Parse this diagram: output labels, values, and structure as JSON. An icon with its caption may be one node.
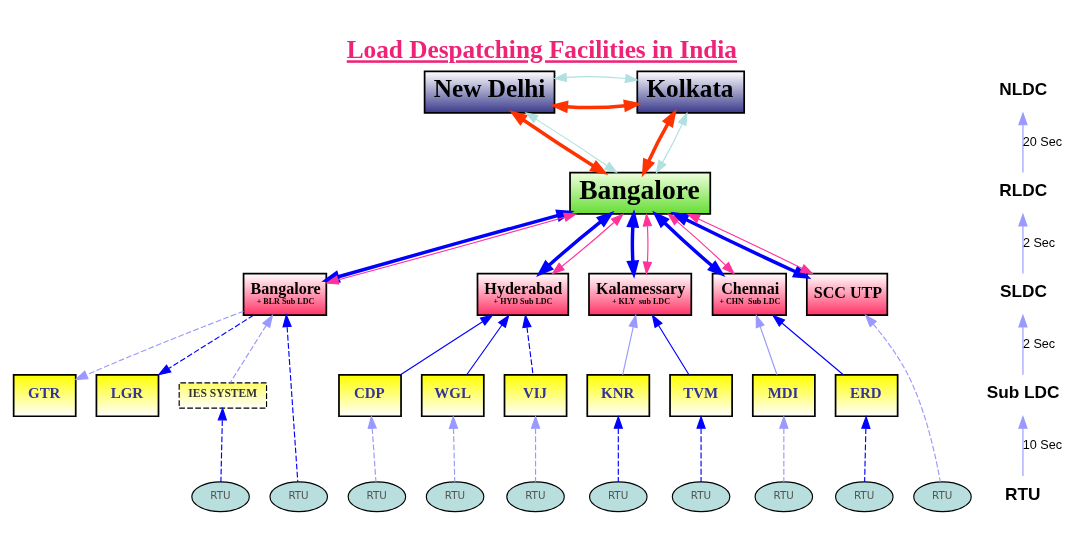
{
  "diagram": {
    "title": "Load Despatching Facilities in India",
    "nodes": [
      {
        "text": [
          "New Delhi"
        ]
      },
      {
        "text": [
          "Kolkata"
        ]
      },
      {
        "text": [
          "Bangalore"
        ]
      },
      {
        "text": [
          "Bangalore",
          "+ BLR Sub LDC"
        ]
      },
      {
        "text": [
          "Hyderabad",
          "+ HYD Sub LDC"
        ]
      },
      {
        "text": [
          "Kalamessary",
          "+ KLY  sub LDC"
        ]
      },
      {
        "text": [
          "Chennai",
          "+ CHN  Sub LDC"
        ]
      },
      {
        "text": [
          "SCC UTP"
        ]
      },
      {
        "text": [
          "GTR"
        ]
      },
      {
        "text": [
          "LGR"
        ]
      },
      {
        "text": [
          "IES SYSTEM"
        ]
      },
      {
        "text": [
          "CDP"
        ]
      },
      {
        "text": [
          "WGL"
        ]
      },
      {
        "text": [
          "VIJ"
        ]
      },
      {
        "text": [
          "KNR"
        ]
      },
      {
        "text": [
          "TVM"
        ]
      },
      {
        "text": [
          "MDI"
        ]
      },
      {
        "text": [
          "ERD"
        ]
      },
      {
        "text": [
          "RTU"
        ]
      },
      {
        "text": [
          "RTU"
        ]
      },
      {
        "text": [
          "RTU"
        ]
      },
      {
        "text": [
          "RTU"
        ]
      },
      {
        "text": [
          "RTU"
        ]
      },
      {
        "text": [
          "RTU"
        ]
      },
      {
        "text": [
          "RTU"
        ]
      },
      {
        "text": [
          "RTU"
        ]
      },
      {
        "text": [
          "RTU"
        ]
      },
      {
        "text": [
          "RTU"
        ]
      },
      {
        "text": [
          "NLDC"
        ]
      },
      {
        "text": [
          "RLDC"
        ]
      },
      {
        "text": [
          "SLDC"
        ]
      },
      {
        "text": [
          "Sub LDC"
        ]
      },
      {
        "text": [
          "RTU"
        ]
      }
    ],
    "edges": [
      {
        "from": 0,
        "to": 1,
        "arrow": "both",
        "style": "thick",
        "color": "#ff3300"
      },
      {
        "from": 0,
        "to": 1,
        "arrow": "both",
        "color": "#b0e0e0"
      },
      {
        "from": 0,
        "to": 2,
        "arrow": "both",
        "style": "thick",
        "color": "#ff3300"
      },
      {
        "from": 0,
        "to": 2,
        "arrow": "both",
        "color": "#b0e0e0"
      },
      {
        "from": 1,
        "to": 2,
        "arrow": "both",
        "style": "thick",
        "color": "#ff3300"
      },
      {
        "from": 1,
        "to": 2,
        "arrow": "both",
        "color": "#b0e0e0"
      },
      {
        "from": 2,
        "to": 3,
        "arrow": "both",
        "style": "thick"
      },
      {
        "from": 2,
        "to": 3,
        "arrow": "both",
        "color": "#ff3399"
      },
      {
        "from": 2,
        "to": 4,
        "arrow": "both",
        "style": "thick"
      },
      {
        "from": 2,
        "to": 4,
        "arrow": "both",
        "color": "#ff3399"
      },
      {
        "from": 2,
        "to": 5,
        "arrow": "both",
        "style": "thick"
      },
      {
        "from": 2,
        "to": 5,
        "arrow": "both",
        "color": "#ff3399"
      },
      {
        "from": 2,
        "to": 6,
        "arrow": "both",
        "style": "thick"
      },
      {
        "from": 2,
        "to": 6,
        "arrow": "both",
        "color": "#ff3399"
      },
      {
        "from": 2,
        "to": 7,
        "arrow": "both",
        "style": "thick"
      },
      {
        "from": 2,
        "to": 7,
        "arrow": "both",
        "color": "#ff3399"
      },
      {
        "from": 3,
        "to": 8,
        "arrow": "to",
        "style": "dashed",
        "color": "#9999ff"
      },
      {
        "from": 3,
        "to": 9,
        "arrow": "to",
        "style": "dashed"
      },
      {
        "from": 10,
        "to": 3,
        "arrow": "to",
        "style": "dashed",
        "color": "#9999ff"
      },
      {
        "from": 18,
        "to": 3,
        "arrow": "to",
        "style": "dashed"
      },
      {
        "from": 19,
        "to": 10,
        "arrow": "to",
        "style": "dashed"
      },
      {
        "from": 11,
        "to": 4,
        "arrow": "to"
      },
      {
        "from": 12,
        "to": 4,
        "arrow": "to"
      },
      {
        "from": 13,
        "to": 4,
        "arrow": "to",
        "style": "dashed"
      },
      {
        "from": 20,
        "to": 11,
        "arrow": "to",
        "style": "dashed",
        "color": "#9999ff"
      },
      {
        "from": 21,
        "to": 12,
        "arrow": "to",
        "style": "dashed",
        "color": "#9999ff"
      },
      {
        "from": 22,
        "to": 13,
        "arrow": "to",
        "style": "dashed",
        "color": "#9999ff"
      },
      {
        "from": 14,
        "to": 5,
        "arrow": "to",
        "color": "#9999ff"
      },
      {
        "from": 15,
        "to": 5,
        "arrow": "to"
      },
      {
        "from": 23,
        "to": 14,
        "arrow": "to",
        "style": "dashed"
      },
      {
        "from": 24,
        "to": 15,
        "arrow": "to",
        "style": "dashed"
      },
      {
        "from": 16,
        "to": 6,
        "arrow": "to",
        "color": "#9999ff"
      },
      {
        "from": 17,
        "to": 6,
        "arrow": "to"
      },
      {
        "from": 25,
        "to": 16,
        "arrow": "to",
        "style": "dashed",
        "color": "#9999ff"
      },
      {
        "from": 26,
        "to": 17,
        "arrow": "to",
        "style": "dashed"
      },
      {
        "from": 27,
        "to": 7,
        "arrow": "to",
        "style": "dashed",
        "color": "#9999ff"
      },
      {
        "from": 32,
        "to": 31,
        "arrow": "to",
        "label": "10 Sec",
        "color": "#9999ff"
      },
      {
        "from": 31,
        "to": 30,
        "arrow": "to",
        "label": "2 Sec",
        "color": "#9999ff"
      },
      {
        "from": 30,
        "to": 29,
        "arrow": "to",
        "label": "2 Sec",
        "color": "#9999ff"
      },
      {
        "from": 29,
        "to": 28,
        "arrow": "to",
        "label": "20 Sec",
        "color": "#9999ff"
      }
    ]
  }
}
